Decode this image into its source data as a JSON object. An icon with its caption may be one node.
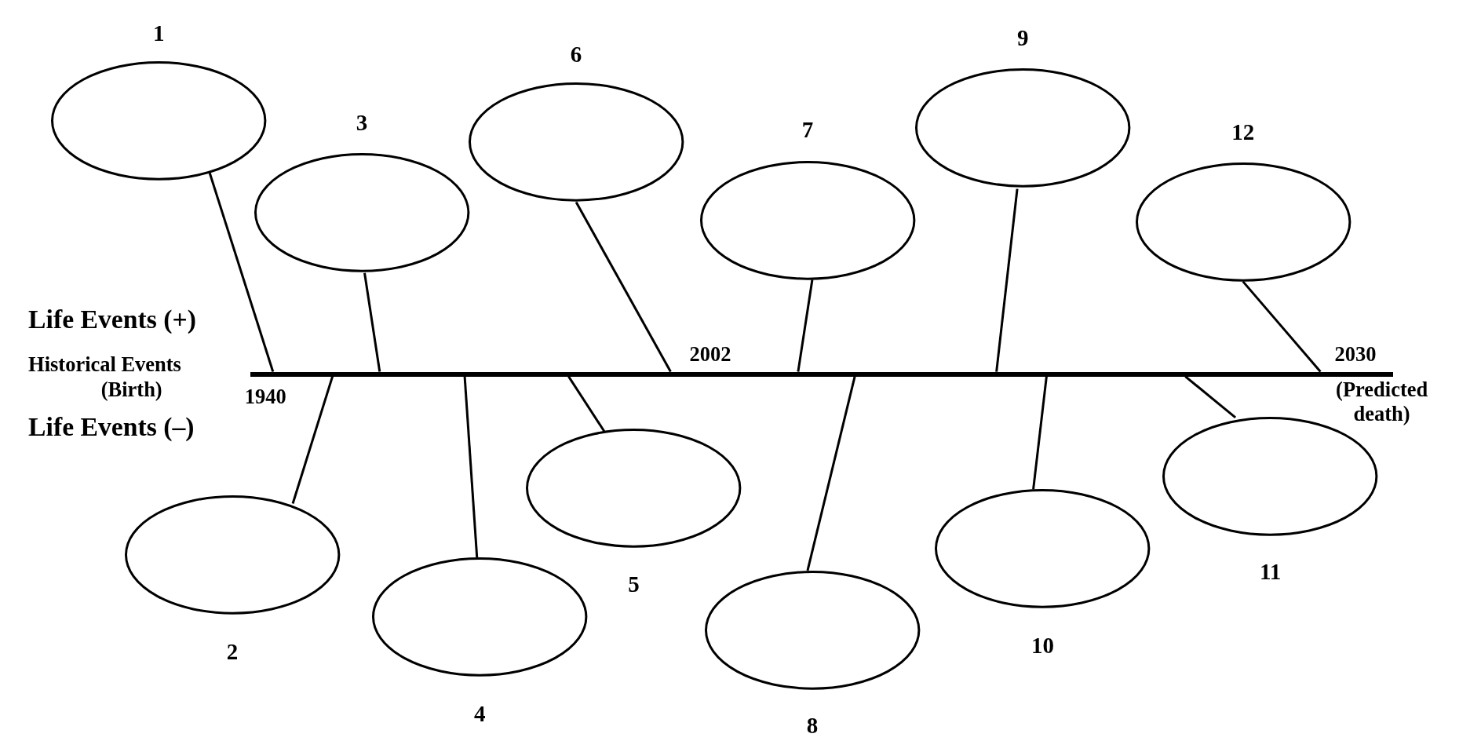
{
  "diagram": {
    "nodes": [
      {
        "text": [],
        "shape": "ellipse",
        "beside": [
          "1"
        ]
      },
      {
        "text": [],
        "shape": "ellipse",
        "beside": [
          "2"
        ]
      },
      {
        "text": [],
        "shape": "ellipse",
        "beside": [
          "3"
        ]
      },
      {
        "text": [],
        "shape": "ellipse",
        "beside": [
          "4"
        ]
      },
      {
        "text": [],
        "shape": "ellipse",
        "beside": [
          "5"
        ]
      },
      {
        "text": [],
        "shape": "ellipse",
        "beside": [
          "6"
        ]
      },
      {
        "text": [],
        "shape": "ellipse",
        "beside": [
          "7"
        ]
      },
      {
        "text": [],
        "shape": "ellipse",
        "beside": [
          "8"
        ]
      },
      {
        "text": [],
        "shape": "ellipse",
        "beside": [
          "9"
        ]
      },
      {
        "text": [],
        "shape": "ellipse",
        "beside": [
          "10"
        ]
      },
      {
        "text": [],
        "shape": "ellipse",
        "beside": [
          "11"
        ]
      },
      {
        "text": [],
        "shape": "ellipse",
        "beside": [
          "12"
        ]
      },
      {
        "text": [],
        "shape": "bar"
      }
    ],
    "edges": [
      {
        "from": 0,
        "to": 12,
        "arrow": "none"
      },
      {
        "from": 1,
        "to": 12,
        "arrow": "none"
      },
      {
        "from": 2,
        "to": 12,
        "arrow": "none"
      },
      {
        "from": 3,
        "to": 12,
        "arrow": "none"
      },
      {
        "from": 4,
        "to": 12,
        "arrow": "none"
      },
      {
        "from": 5,
        "to": 12,
        "arrow": "none"
      },
      {
        "from": 6,
        "to": 12,
        "arrow": "none"
      },
      {
        "from": 7,
        "to": 12,
        "arrow": "none"
      },
      {
        "from": 8,
        "to": 12,
        "arrow": "none"
      },
      {
        "from": 9,
        "to": 12,
        "arrow": "none"
      },
      {
        "from": 10,
        "to": 12,
        "arrow": "none"
      },
      {
        "from": 11,
        "to": 12,
        "arrow": "none"
      }
    ],
    "labels": [
      "Life Events (+)",
      "Historical Events",
      "2002",
      "2030",
      "(Birth)",
      "1940",
      "(Predicted death)",
      "Life Events (–)"
    ]
  }
}
